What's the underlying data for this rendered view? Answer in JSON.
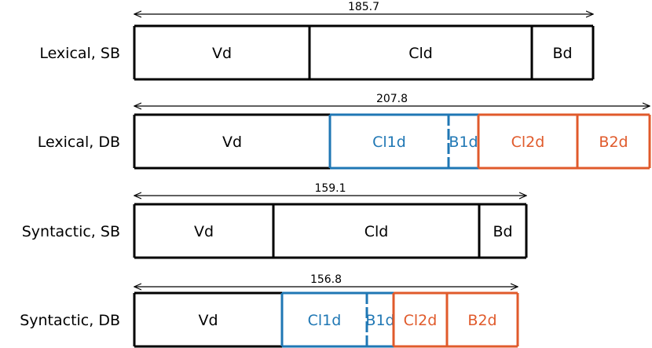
{
  "colors": {
    "black": "#000000",
    "blue": "#1f77b4",
    "orange": "#e05a2b"
  },
  "rows": [
    {
      "label": "Lexical, SB",
      "total": "185.7",
      "segments": [
        {
          "label": "Vd",
          "color": "black",
          "width": 223
        },
        {
          "label": "Cld",
          "color": "black",
          "width": 283
        },
        {
          "label": "Bd",
          "color": "black",
          "width": 78
        }
      ]
    },
    {
      "label": "Lexical, DB",
      "total": "207.8",
      "segments": [
        {
          "label": "Vd",
          "color": "black",
          "width": 249
        },
        {
          "label": "Cl1d",
          "color": "blue",
          "width": 151
        },
        {
          "label": "B1d",
          "color": "blue",
          "width": 38,
          "dashed_left": true
        },
        {
          "label": "Cl2d",
          "color": "orange",
          "width": 126
        },
        {
          "label": "B2d",
          "color": "orange",
          "width": 92
        }
      ]
    },
    {
      "label": "Syntactic, SB",
      "total": "159.1",
      "segments": [
        {
          "label": "Vd",
          "color": "black",
          "width": 177
        },
        {
          "label": "Cld",
          "color": "black",
          "width": 262
        },
        {
          "label": "Bd",
          "color": "black",
          "width": 60
        }
      ]
    },
    {
      "label": "Syntactic, DB",
      "total": "156.8",
      "segments": [
        {
          "label": "Vd",
          "color": "black",
          "width": 188
        },
        {
          "label": "Cl1d",
          "color": "blue",
          "width": 108
        },
        {
          "label": "B1d",
          "color": "blue",
          "width": 34,
          "dashed_left": true
        },
        {
          "label": "Cl2d",
          "color": "orange",
          "width": 68
        },
        {
          "label": "B2d",
          "color": "orange",
          "width": 90
        }
      ]
    }
  ]
}
